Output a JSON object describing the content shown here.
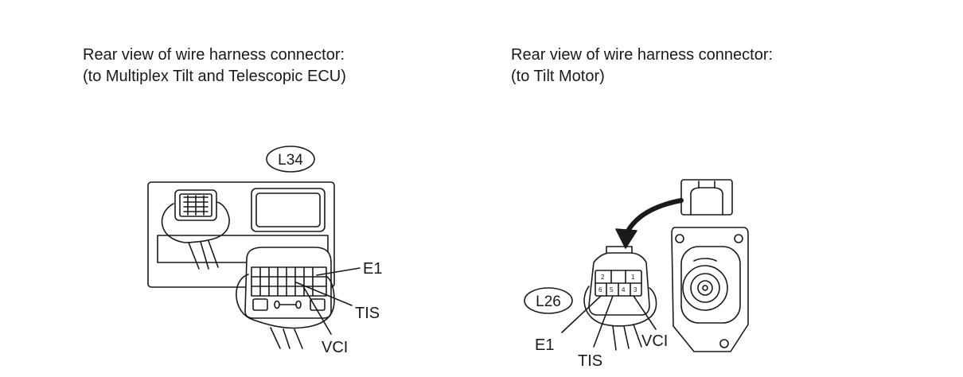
{
  "left_view": {
    "caption_line1": "Rear view of wire harness connector:",
    "caption_line2": "(to Multiplex Tilt and Telescopic ECU)",
    "connector_code": "L34",
    "pin_labels": {
      "e1": "E1",
      "tis": "TIS",
      "vci": "VCI"
    }
  },
  "right_view": {
    "caption_line1": "Rear view of wire harness connector:",
    "caption_line2": "(to Tilt Motor)",
    "connector_code": "L26",
    "pin_labels": {
      "e1": "E1",
      "tis": "TIS",
      "vci": "VCI"
    },
    "pin_numbers": {
      "p1": "1",
      "p2": "2",
      "p3": "3",
      "p4": "4",
      "p5": "5",
      "p6": "6"
    }
  }
}
